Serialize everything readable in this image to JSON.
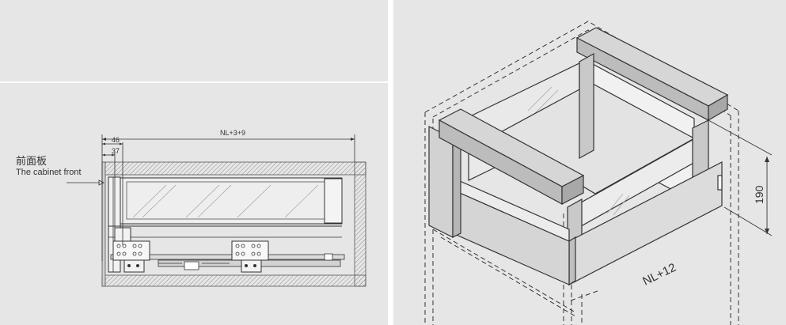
{
  "left": {
    "label_cn": "前面板",
    "label_en": "The cabinet front",
    "dim_total": "NL+3+9",
    "dim_46": "46",
    "dim_37": "37"
  },
  "right": {
    "dim_height": "190",
    "dim_nl": "NL+12"
  },
  "colors": {
    "background": "#e6e6e6",
    "line": "#333333",
    "hatch": "#9a9a9a"
  }
}
